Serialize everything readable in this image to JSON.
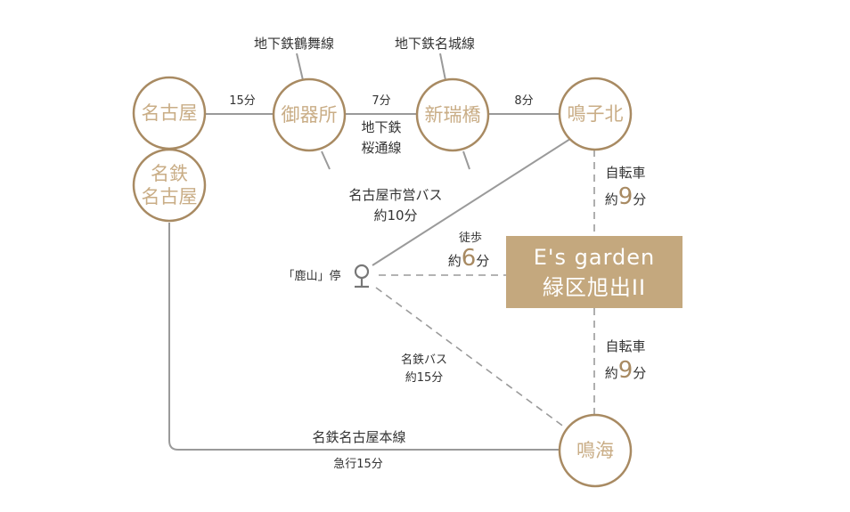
{
  "stations": {
    "nagoya": "名古屋",
    "meitetsu_nagoya_1": "名鉄",
    "meitetsu_nagoya_2": "名古屋",
    "gokiso": "御器所",
    "shinmizuhashi": "新瑞橋",
    "narukokita": "鳴子北",
    "narumi": "鳴海"
  },
  "lines": {
    "tsurumai": "地下鉄鶴舞線",
    "meijo": "地下鉄名城線",
    "sakuradori_1": "地下鉄",
    "sakuradori_2": "桜通線",
    "meitetsu_main": "名鉄名古屋本線",
    "express": "急行15分"
  },
  "times": {
    "nagoya_gokiso": "15分",
    "gokiso_shinmizuhashi": "7分",
    "shinmizuhashi_narukokita": "8分"
  },
  "bus_city": {
    "line1": "名古屋市営バス",
    "line2": "約10分"
  },
  "bus_meitetsu": {
    "line1": "名鉄バス",
    "line2": "約15分"
  },
  "walk": {
    "line1": "徒歩",
    "prefix": "約",
    "num": "6",
    "suffix": "分"
  },
  "bike_top": {
    "line1": "自転車",
    "prefix": "約",
    "num": "9",
    "suffix": "分"
  },
  "bike_bottom": {
    "line1": "自転車",
    "prefix": "約",
    "num": "9",
    "suffix": "分"
  },
  "bus_stop": "「鹿山」停",
  "property": {
    "line1": "E's garden",
    "line2": "緑区旭出II"
  },
  "colors": {
    "accent": "#c4a87e",
    "station_stroke": "#a88a62",
    "line": "#9a9a9a"
  }
}
